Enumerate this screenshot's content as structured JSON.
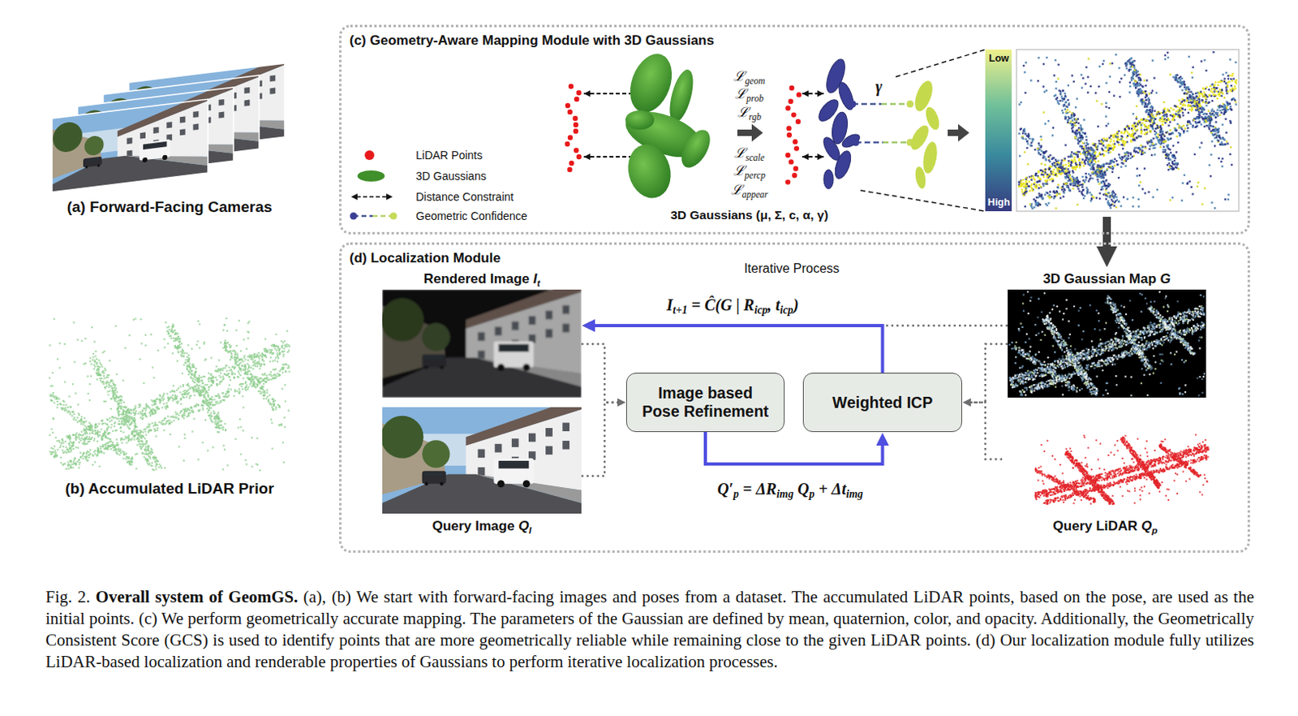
{
  "diagram": {
    "caption": "Fig. 2. Overall system of GeomGS. (a), (b) We start with forward-facing images and poses from a dataset. The accumulated LiDAR points, based on the pose, are used as the initial points. (c) We perform geometrically accurate mapping. The parameters of the Gaussian are defined by mean, quaternion, color, and opacity. Additionally, the Geometrically Consistent Score (GCS) is used to identify points that are more geometrically reliable while remaining close to the given LiDAR points. (d) Our localization module fully utilizes LiDAR-based localization and renderable properties of Gaussians to perform iterative localization processes.",
    "nodes": [
      {
        "text": [
          "(c) Geometry-Aware Mapping Module with 3D Gaussians"
        ]
      },
      {
        "text": [
          "(d) Localization Module"
        ]
      },
      {
        "text": [
          "Rendered Image It"
        ],
        "in": 1
      },
      {
        "text": [
          "3D Gaussian Map G"
        ],
        "in": 1
      },
      {
        "text": [
          "Image based Pose Refinement"
        ],
        "in": 1
      },
      {
        "text": [
          "Weighted ICP"
        ],
        "in": 1
      },
      {
        "text": [
          "Query Image QI"
        ],
        "in": 1
      },
      {
        "text": [
          "Query LiDAR Qp"
        ],
        "in": 1
      }
    ],
    "edges": [
      {
        "from": 0,
        "to": 3,
        "arrow": "to"
      },
      {
        "from": 2,
        "to": 4,
        "arrow": "to"
      },
      {
        "from": 6,
        "to": 4,
        "arrow": "to"
      },
      {
        "from": 4,
        "to": 5,
        "arrow": "to",
        "label": "Q′p = ΔRimg Qp + Δtimg"
      },
      {
        "from": 5,
        "to": 2,
        "arrow": "to",
        "label": "It+1 = Ĉ(G | Ricp, ticp)"
      },
      {
        "from": 3,
        "to": 5,
        "arrow": "to"
      },
      {
        "from": 7,
        "to": 5,
        "arrow": "to"
      },
      {
        "from": 3,
        "to": 2,
        "arrow": "to"
      }
    ],
    "labels": [
      "(a) Forward-Facing Cameras",
      "(b) Accumulated LiDAR Prior",
      "ℒgeom",
      "ℒprob",
      "ℒrgb",
      "ℒscale",
      "ℒpercp",
      "ℒappear",
      "3D Gaussians (μ, Σ, c, α, γ)",
      "γ",
      "Low",
      "High",
      "Iterative Process"
    ],
    "legend": [
      {
        "text": "LiDAR Points",
        "color": "#e8191b"
      },
      {
        "text": "3D Gaussians",
        "color": "#3f8f2a"
      },
      {
        "text": "Distance Constraint"
      },
      {
        "text": "Geometric Confidence"
      }
    ]
  }
}
